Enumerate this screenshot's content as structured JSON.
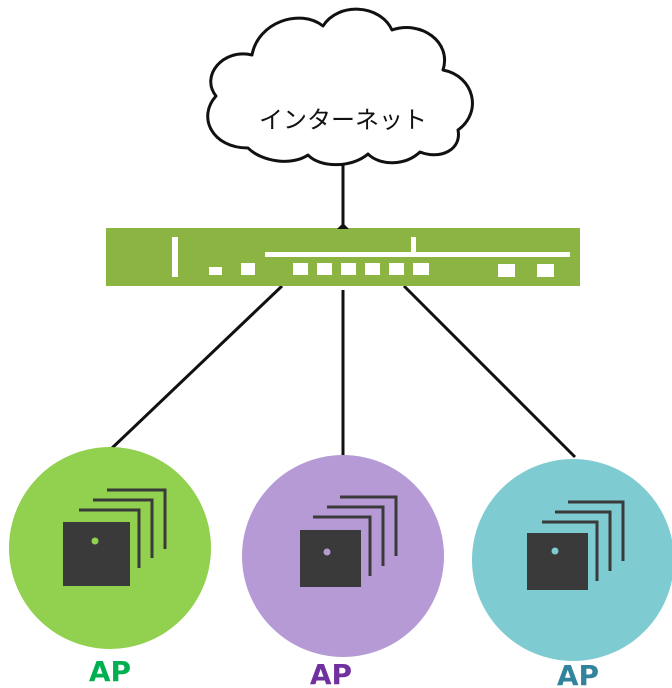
{
  "colors": {
    "switch_body": "#8bb443",
    "switch_ports": "#ffffff",
    "cable": "#111111",
    "cloud_fill": "#ffffff",
    "cloud_stroke": "#111111",
    "device_body": "#3a3a3a",
    "device_outline": "#3a3a3a"
  },
  "cloud": {
    "label": "インターネット",
    "icon": "cloud-icon"
  },
  "switch": {
    "icon": "network-switch-icon"
  },
  "access_points": [
    {
      "label": "AP",
      "circle_color": "#92d050",
      "label_color": "#00b050",
      "led_color": "#92d050",
      "icon": "access-point-stack-icon"
    },
    {
      "label": "AP",
      "circle_color": "#b59ad6",
      "label_color": "#7030a0",
      "led_color": "#b59ad6",
      "icon": "access-point-stack-icon"
    },
    {
      "label": "AP",
      "circle_color": "#7fcbd2",
      "label_color": "#31849b",
      "led_color": "#7fcbd2",
      "icon": "access-point-stack-icon"
    }
  ]
}
